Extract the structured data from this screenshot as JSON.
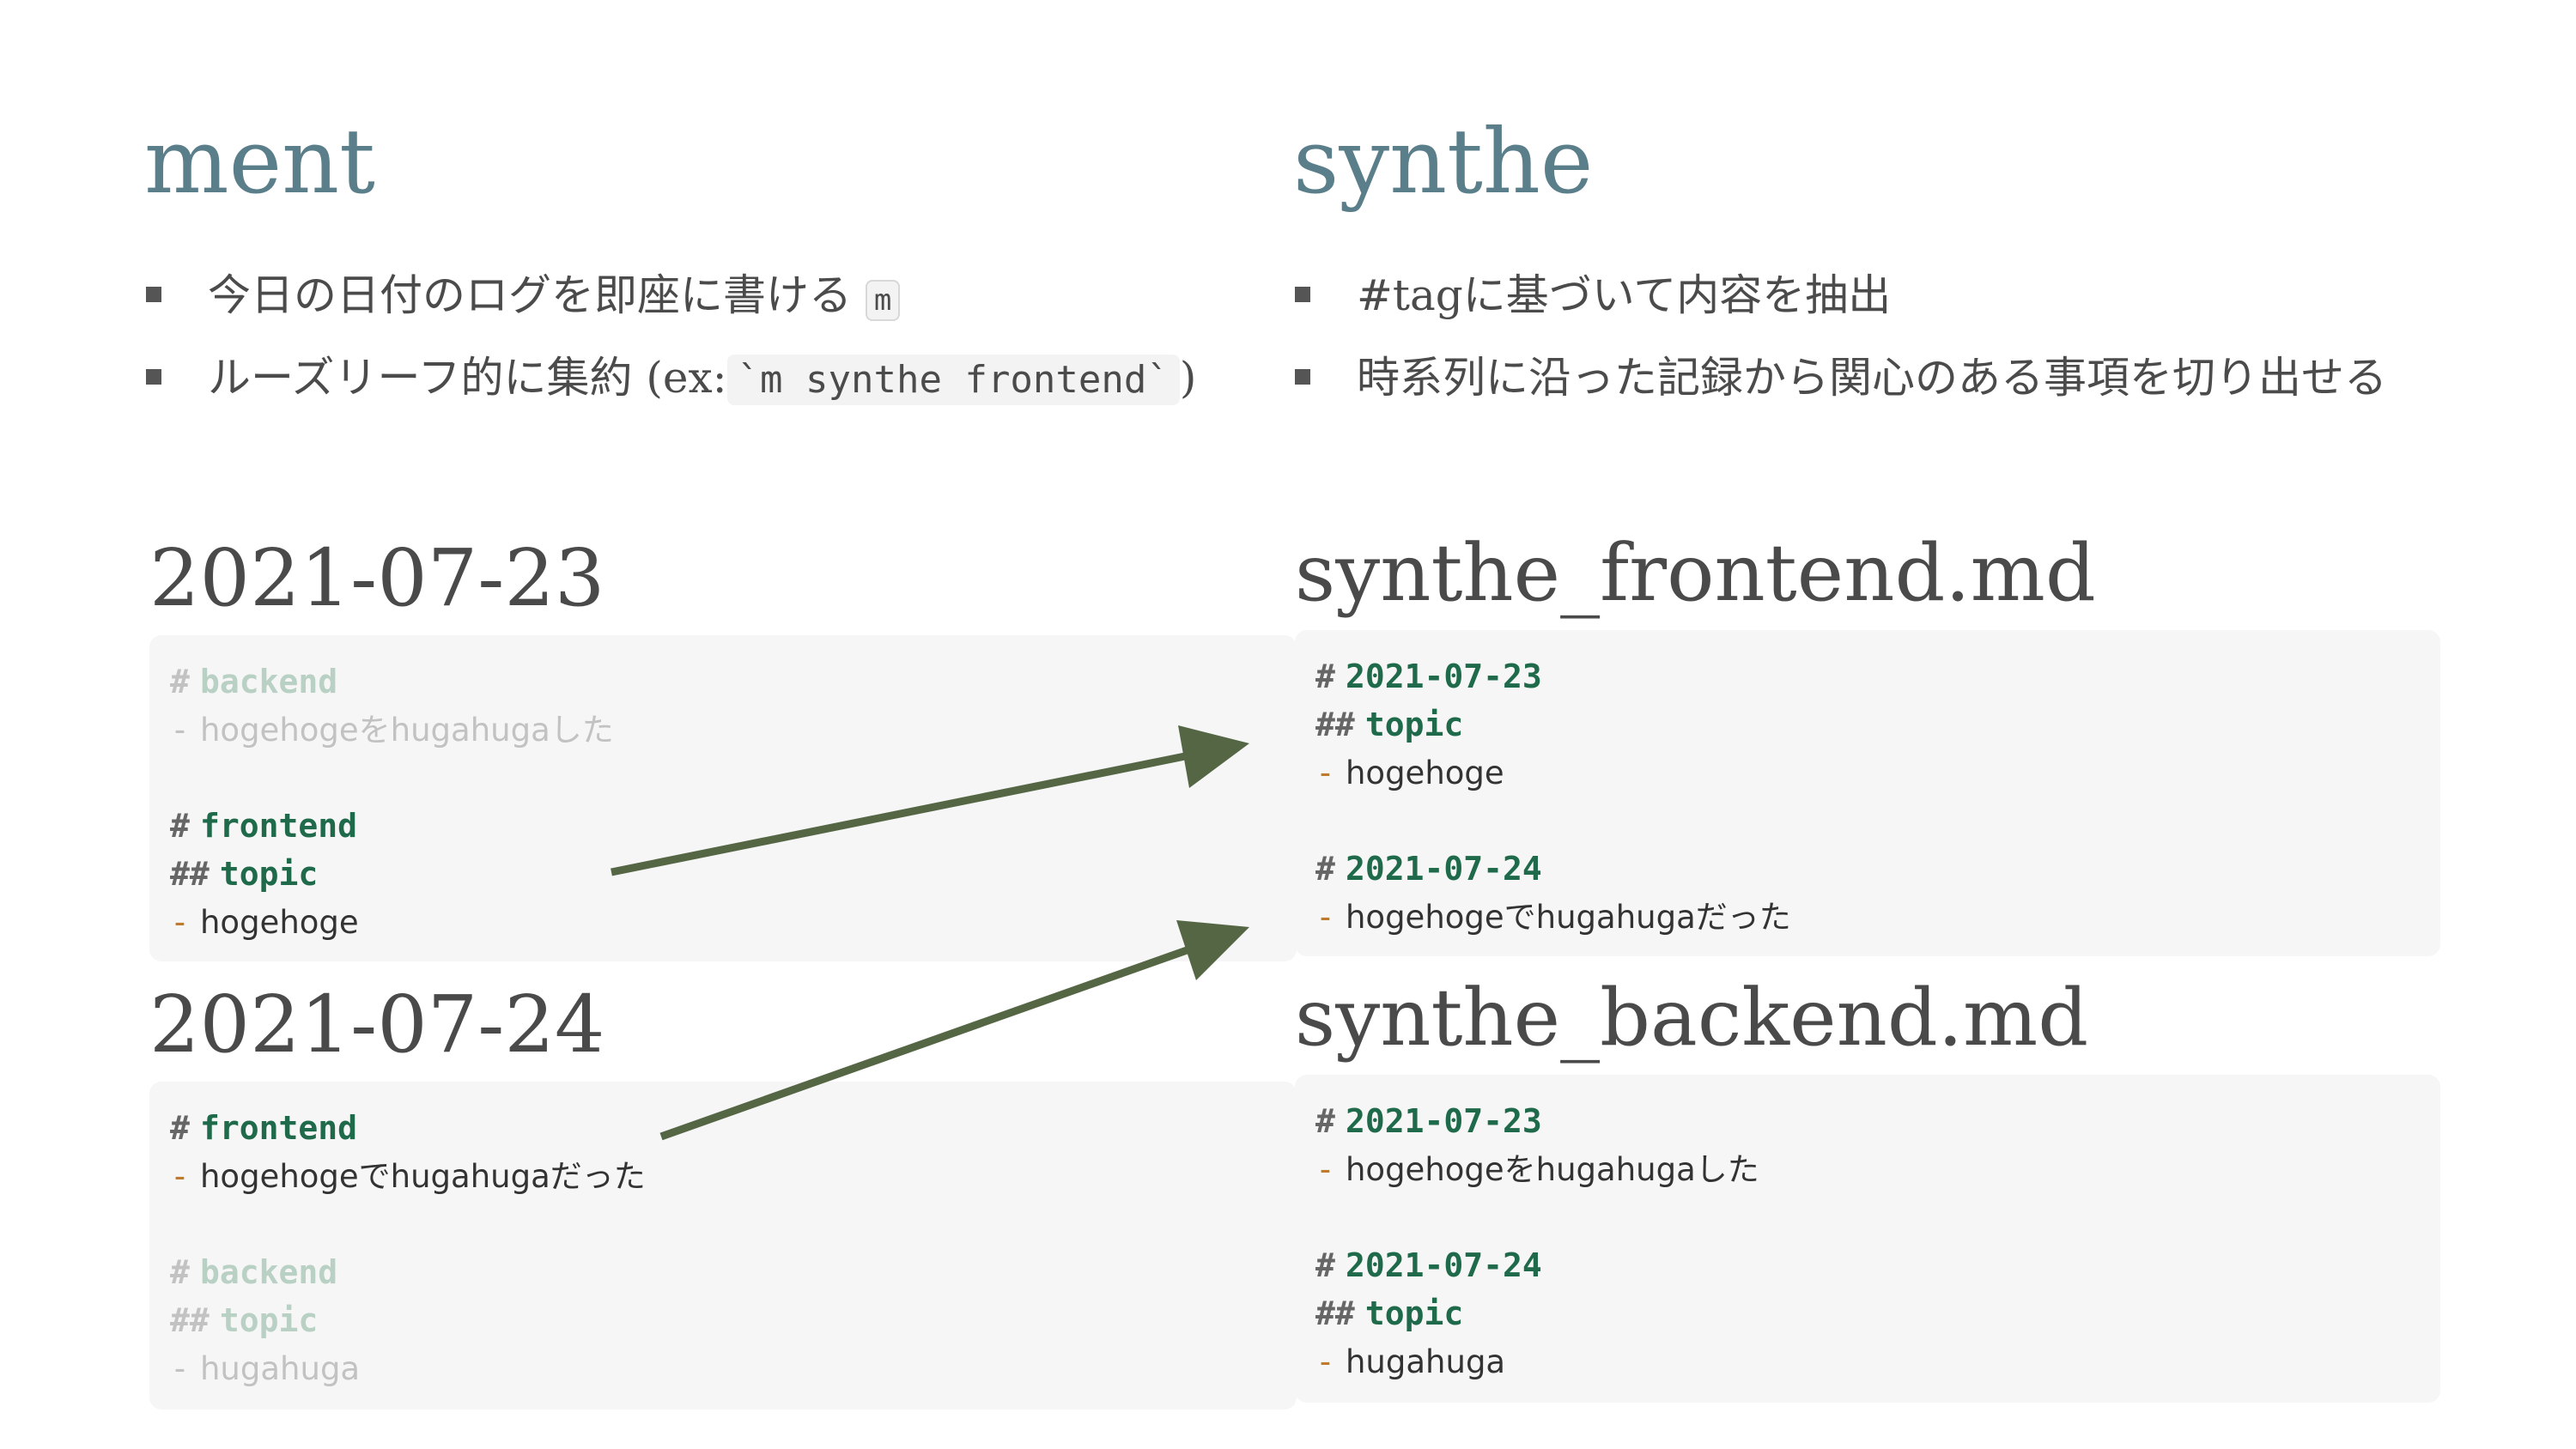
{
  "left": {
    "title": "ment",
    "bullets": [
      {
        "text": "今日の日付のログを即座に書ける",
        "code": "m"
      },
      {
        "text": "ルーズリーフ的に集約 (ex:",
        "code": "`m synthe frontend`",
        "suffix": ")"
      }
    ],
    "logs": [
      {
        "title": "2021-07-23",
        "lines": [
          {
            "kind": "h1",
            "marker": "#",
            "text": "backend",
            "muted": true
          },
          {
            "kind": "item",
            "marker": "-",
            "text": "hogehogeをhugahugaした",
            "muted": true
          },
          {
            "kind": "blank"
          },
          {
            "kind": "h1",
            "marker": "#",
            "text": "frontend",
            "muted": false
          },
          {
            "kind": "h2",
            "marker": "##",
            "text": "topic",
            "muted": false
          },
          {
            "kind": "item",
            "marker": "-",
            "text": "hogehoge",
            "muted": false
          }
        ]
      },
      {
        "title": "2021-07-24",
        "lines": [
          {
            "kind": "h1",
            "marker": "#",
            "text": "frontend",
            "muted": false
          },
          {
            "kind": "item",
            "marker": "-",
            "text": "hogehogeでhugahugaだった",
            "muted": false
          },
          {
            "kind": "blank"
          },
          {
            "kind": "h1",
            "marker": "#",
            "text": "backend",
            "muted": true
          },
          {
            "kind": "h2",
            "marker": "##",
            "text": "topic",
            "muted": true
          },
          {
            "kind": "item",
            "marker": "-",
            "text": "hugahuga",
            "muted": true
          }
        ]
      }
    ]
  },
  "right": {
    "title": "synthe",
    "bullets": [
      {
        "text": "#tagに基づいて内容を抽出"
      },
      {
        "text": "時系列に沿った記録から関心のある事項を切り出せる"
      }
    ],
    "files": [
      {
        "title": "synthe_frontend.md",
        "lines": [
          {
            "kind": "h1",
            "marker": "#",
            "text": "2021-07-23"
          },
          {
            "kind": "h2",
            "marker": "##",
            "text": "topic"
          },
          {
            "kind": "item",
            "marker": "-",
            "text": "hogehoge"
          },
          {
            "kind": "blank"
          },
          {
            "kind": "h1",
            "marker": "#",
            "text": "2021-07-24"
          },
          {
            "kind": "item",
            "marker": "-",
            "text": "hogehogeでhugahugaだった"
          }
        ]
      },
      {
        "title": "synthe_backend.md",
        "lines": [
          {
            "kind": "h1",
            "marker": "#",
            "text": "2021-07-23"
          },
          {
            "kind": "item",
            "marker": "-",
            "text": "hogehogeをhugahugaした"
          },
          {
            "kind": "blank"
          },
          {
            "kind": "h1",
            "marker": "#",
            "text": "2021-07-24"
          },
          {
            "kind": "h2",
            "marker": "##",
            "text": "topic"
          },
          {
            "kind": "item",
            "marker": "-",
            "text": "hugahuga"
          }
        ]
      }
    ]
  },
  "colors": {
    "title": "#5a7e8a",
    "heading": "#1f6a4a",
    "list_dash": "#c07a2c",
    "arrow": "#556645",
    "codebox_bg": "#f6f6f6"
  }
}
